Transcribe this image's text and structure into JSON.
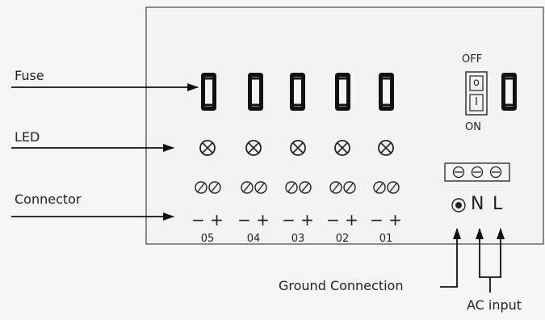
{
  "labels": {
    "fuse": "Fuse",
    "led": "LED",
    "connector": "Connector",
    "ground_connection": "Ground Connection",
    "ac_input": "AC input"
  },
  "switch": {
    "off": "OFF",
    "on": "ON",
    "off_symbol": "o",
    "on_symbol": "I"
  },
  "connectors": {
    "numbers": [
      "05",
      "04",
      "03",
      "02",
      "01"
    ],
    "polarity": "− +"
  },
  "ac_terminals": {
    "n": "N",
    "l": "L"
  },
  "colors": {
    "background": "#f6f6f4",
    "line": "#222222",
    "board": "#f4f4f2"
  }
}
